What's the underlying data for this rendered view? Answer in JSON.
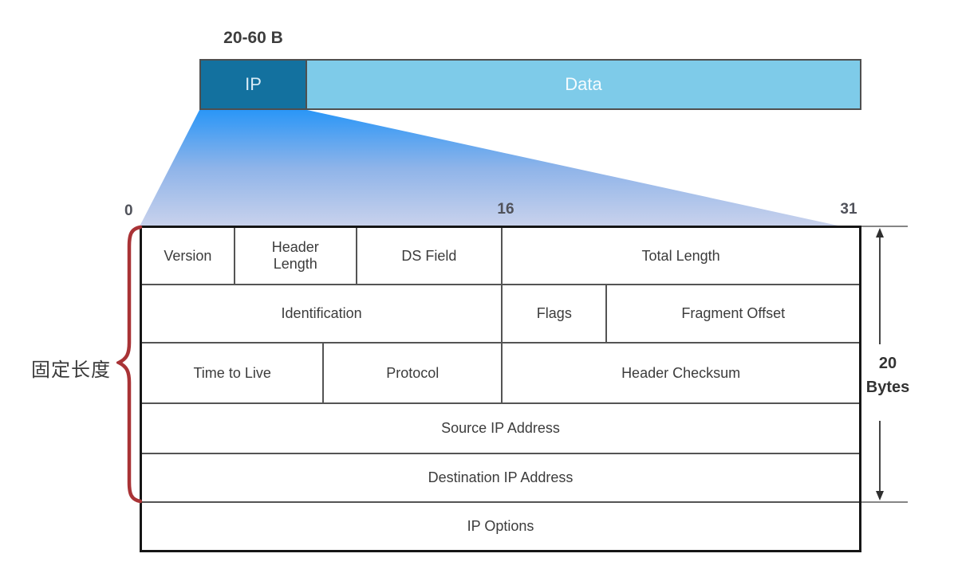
{
  "packet_bar": {
    "size_label": "20-60 B",
    "segments": [
      {
        "name": "ip",
        "label": "IP",
        "color": "#13719f"
      },
      {
        "name": "data",
        "label": "Data",
        "color": "#7ecbe9"
      }
    ]
  },
  "bit_scale": {
    "ticks": [
      "0",
      "16",
      "31"
    ]
  },
  "fixed_length_label": "固定长度",
  "byte_count_label": {
    "line1": "20",
    "line2": "Bytes"
  },
  "header_table": {
    "rows": [
      {
        "cells": [
          "Version",
          "Header Length",
          "DS Field",
          "Total Length"
        ]
      },
      {
        "cells": [
          "Identification",
          "Flags",
          "Fragment Offset"
        ]
      },
      {
        "cells": [
          "Time to Live",
          "Protocol",
          "Header Checksum"
        ]
      },
      {
        "cells": [
          "Source IP Address"
        ]
      },
      {
        "cells": [
          "Destination IP Address"
        ]
      },
      {
        "cells": [
          "IP Options"
        ]
      }
    ]
  },
  "colors": {
    "ip_segment": "#13719f",
    "data_segment": "#7ecbe9",
    "funnel_top": "#2a96f7",
    "funnel_mid": "#8fb4e9",
    "funnel_bottom": "#c9d2ec",
    "brace": "#a93336",
    "table_border": "#161616",
    "inner_border": "#545454"
  }
}
